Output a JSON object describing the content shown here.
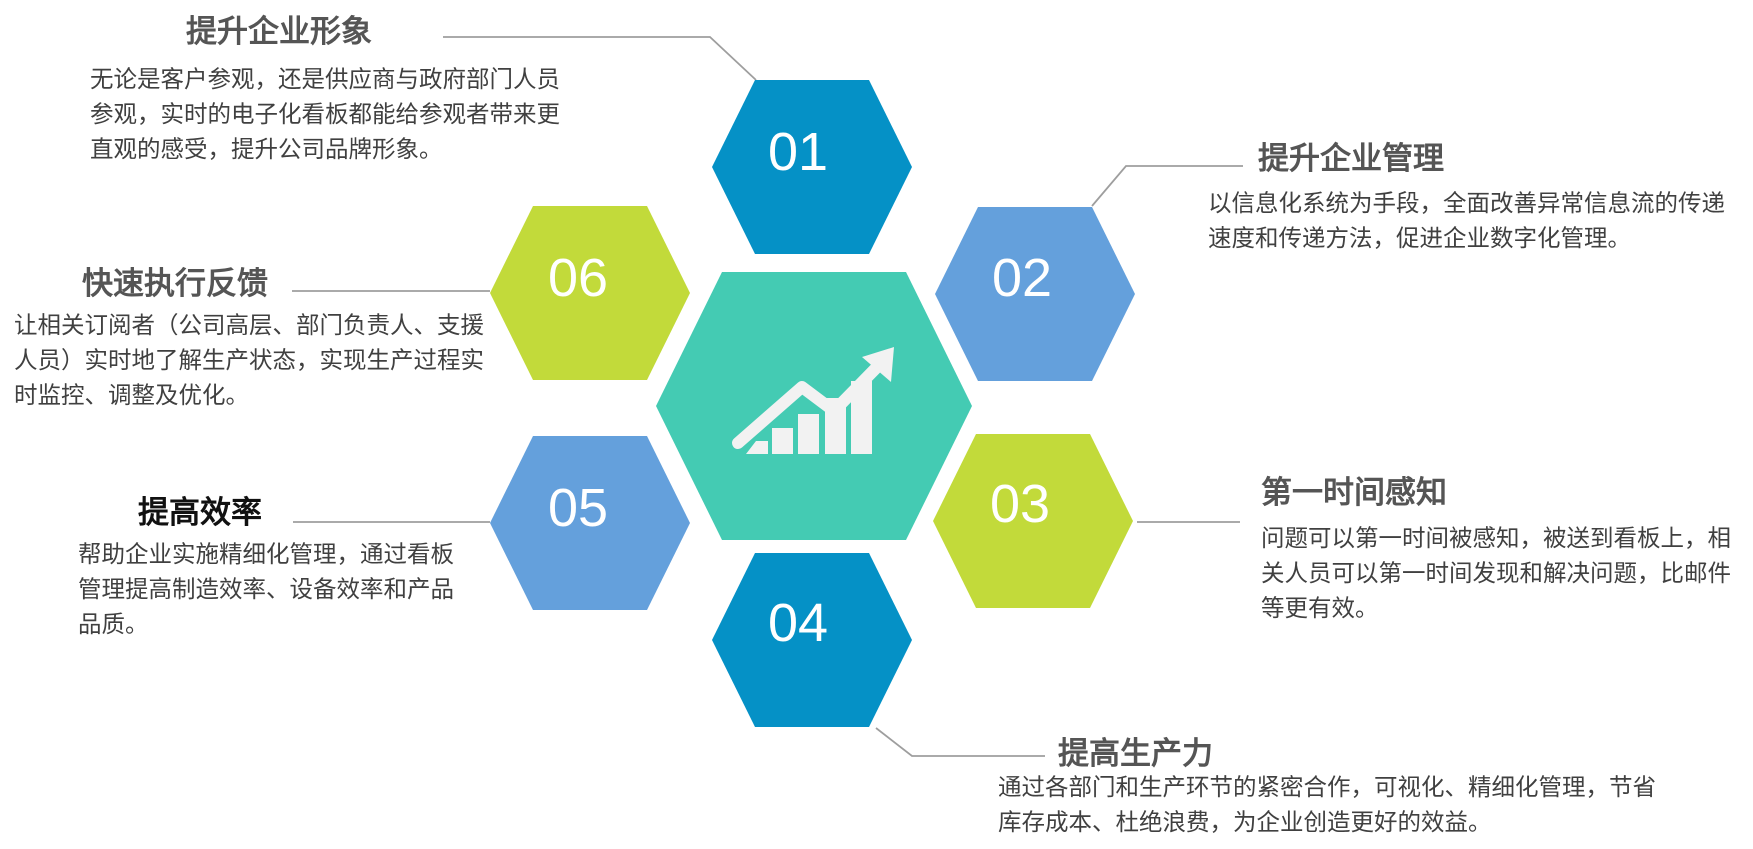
{
  "colors": {
    "dark_blue": "#0591C6",
    "light_blue": "#64A0DC",
    "lime": "#C2DA3A",
    "teal": "#44CBB3",
    "connector": "#9E9E9E",
    "heading": "#555555",
    "body_text": "#404040"
  },
  "center": {
    "icon": "growth-bar-chart-arrow-icon"
  },
  "hexagons": [
    {
      "number": "01",
      "color": "#0591C6"
    },
    {
      "number": "02",
      "color": "#64A0DC"
    },
    {
      "number": "03",
      "color": "#C2DA3A"
    },
    {
      "number": "04",
      "color": "#0591C6"
    },
    {
      "number": "05",
      "color": "#64A0DC"
    },
    {
      "number": "06",
      "color": "#C2DA3A"
    }
  ],
  "blocks": [
    {
      "title": "提升企业形象",
      "text": "无论是客户参观，还是供应商与政府部门人员参观，实时的电子化看板都能给参观者带来更直观的感受，提升公司品牌形象。"
    },
    {
      "title": "提升企业管理",
      "text": "以信息化系统为手段，全面改善异常信息流的传递速度和传递方法，促进企业数字化管理。"
    },
    {
      "title": "第一时间感知",
      "text": "问题可以第一时间被感知，被送到看板上，相关人员可以第一时间发现和解决问题，比邮件等更有效。"
    },
    {
      "title": "提高生产力",
      "text": "通过各部门和生产环节的紧密合作，可视化、精细化管理，节省库存成本、杜绝浪费，为企业创造更好的效益。"
    },
    {
      "title": "提高效率",
      "text": "帮助企业实施精细化管理，通过看板管理提高制造效率、设备效率和产品品质。"
    },
    {
      "title": "快速执行反馈",
      "text": "让相关订阅者（公司高层、部门负责人、支援人员）实时地了解生产状态，实现生产过程实时监控、调整及优化。"
    }
  ]
}
